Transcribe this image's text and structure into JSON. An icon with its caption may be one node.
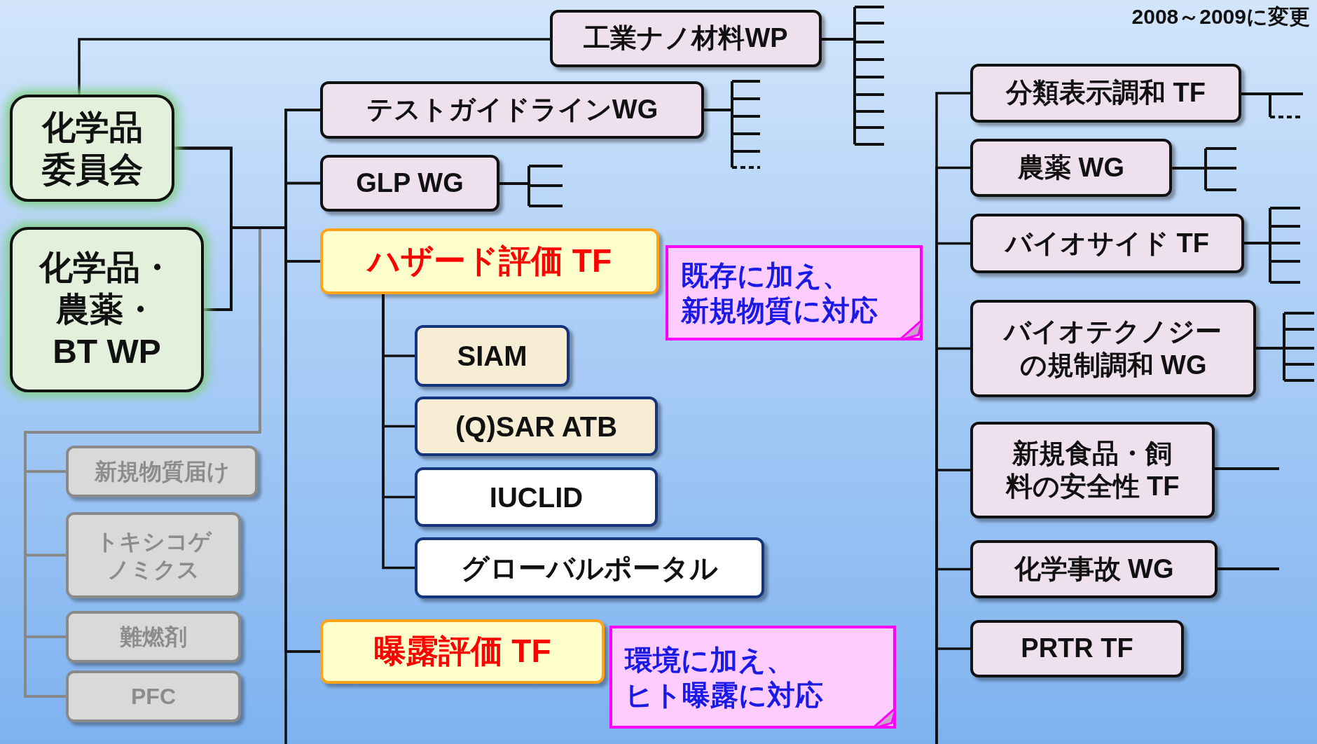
{
  "diagram": {
    "nodes": [
      {
        "text": [
          "化学品委員会"
        ]
      },
      {
        "text": [
          "化学品・農薬・BT WP"
        ]
      },
      {
        "text": [
          "工業ナノ材料WP"
        ]
      },
      {
        "text": [
          "テストガイドラインWG"
        ]
      },
      {
        "text": [
          "GLP WG"
        ]
      },
      {
        "text": [
          "ハザード評価 TF"
        ]
      },
      {
        "text": [
          "既存に加え、新規物質に対応"
        ]
      },
      {
        "text": [
          "SIAM"
        ]
      },
      {
        "text": [
          "(Q)SAR ATB"
        ]
      },
      {
        "text": [
          "IUCLID"
        ]
      },
      {
        "text": [
          "グローバルポータル"
        ]
      },
      {
        "text": [
          "曝露評価 TF"
        ]
      },
      {
        "text": [
          "環境に加え、ヒト曝露に対応"
        ]
      },
      {
        "text": [
          "新規物質届け"
        ]
      },
      {
        "text": [
          "トキシコゲノミクス"
        ]
      },
      {
        "text": [
          "難燃剤"
        ]
      },
      {
        "text": [
          "PFC"
        ]
      },
      {
        "text": [
          "分類表示調和 TF"
        ]
      },
      {
        "text": [
          "農薬 WG"
        ]
      },
      {
        "text": [
          "バイオサイド TF"
        ]
      },
      {
        "text": [
          "バイオテクノジーの規制調和 WG"
        ]
      },
      {
        "text": [
          "新規食品・飼料の安全性 TF"
        ]
      },
      {
        "text": [
          "化学事故 WG"
        ]
      },
      {
        "text": [
          "PRTR TF"
        ]
      }
    ],
    "edges": [
      {
        "from": 0,
        "to": 2,
        "arrow": "none"
      },
      {
        "from": 0,
        "to": 13,
        "arrow": "none",
        "color": "#888888"
      },
      {
        "from": 0,
        "to": 14,
        "arrow": "none",
        "color": "#888888"
      },
      {
        "from": 0,
        "to": 15,
        "arrow": "none",
        "color": "#888888"
      },
      {
        "from": 0,
        "to": 16,
        "arrow": "none",
        "color": "#888888"
      },
      {
        "from": 1,
        "to": 13,
        "arrow": "none",
        "color": "#888888"
      },
      {
        "from": 1,
        "to": 14,
        "arrow": "none",
        "color": "#888888"
      },
      {
        "from": 1,
        "to": 15,
        "arrow": "none",
        "color": "#888888"
      },
      {
        "from": 1,
        "to": 16,
        "arrow": "none",
        "color": "#888888"
      },
      {
        "from": 0,
        "to": 3,
        "arrow": "none"
      },
      {
        "from": 0,
        "to": 4,
        "arrow": "none"
      },
      {
        "from": 0,
        "to": 5,
        "arrow": "none"
      },
      {
        "from": 0,
        "to": 11,
        "arrow": "none"
      },
      {
        "from": 1,
        "to": 3,
        "arrow": "none"
      },
      {
        "from": 1,
        "to": 4,
        "arrow": "none"
      },
      {
        "from": 1,
        "to": 5,
        "arrow": "none"
      },
      {
        "from": 1,
        "to": 11,
        "arrow": "none"
      },
      {
        "from": 5,
        "to": 7,
        "arrow": "none"
      },
      {
        "from": 5,
        "to": 8,
        "arrow": "none"
      },
      {
        "from": 5,
        "to": 9,
        "arrow": "none"
      },
      {
        "from": 5,
        "to": 10,
        "arrow": "none"
      },
      {
        "from": null,
        "to": 17,
        "arrow": "none"
      },
      {
        "from": null,
        "to": 18,
        "arrow": "none"
      },
      {
        "from": null,
        "to": 19,
        "arrow": "none"
      },
      {
        "from": null,
        "to": 20,
        "arrow": "none"
      },
      {
        "from": null,
        "to": 21,
        "arrow": "none"
      },
      {
        "from": null,
        "to": 22,
        "arrow": "none"
      },
      {
        "from": null,
        "to": 23,
        "arrow": "none"
      }
    ],
    "labels": [
      "2008～2009に変更"
    ]
  }
}
